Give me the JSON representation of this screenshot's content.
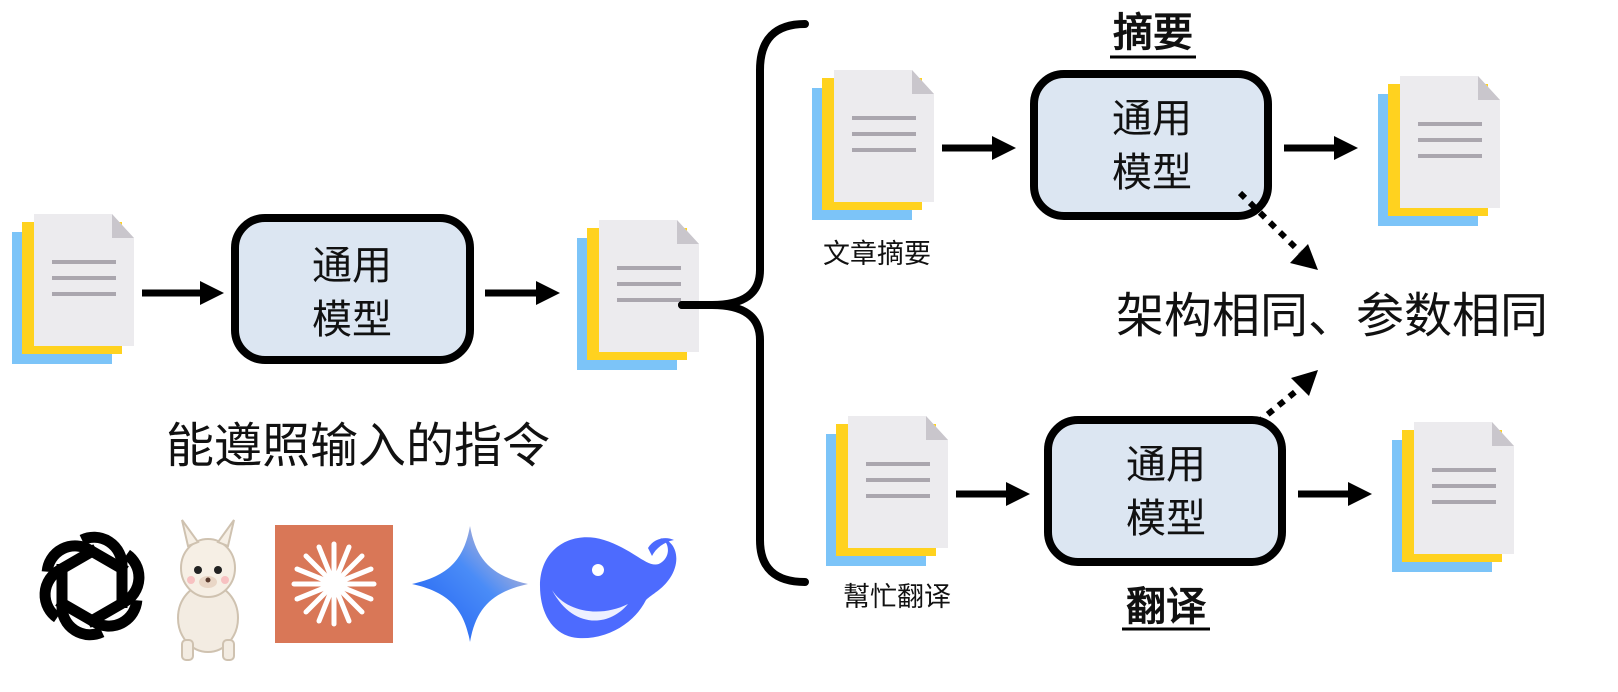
{
  "model": {
    "line1": "通用",
    "line2": "模型"
  },
  "left": {
    "caption": "能遵照输入的指令"
  },
  "top_branch": {
    "title": "摘要",
    "input_label": "文章摘要"
  },
  "bottom_branch": {
    "title": "翻译",
    "input_label": "幫忙翻译"
  },
  "shared_note": "架构相同、参数相同",
  "logos": [
    "openai-logo",
    "llama-logo",
    "claude-logo",
    "gemini-logo",
    "deepseek-logo"
  ],
  "colors": {
    "box_fill": "#dce6f2",
    "doc_page": "#ecebee",
    "doc_yellow": "#ffd21f",
    "doc_blue": "#7cc4f8",
    "claude_orange": "#d97757",
    "deepseek_blue": "#4d6bfe"
  }
}
